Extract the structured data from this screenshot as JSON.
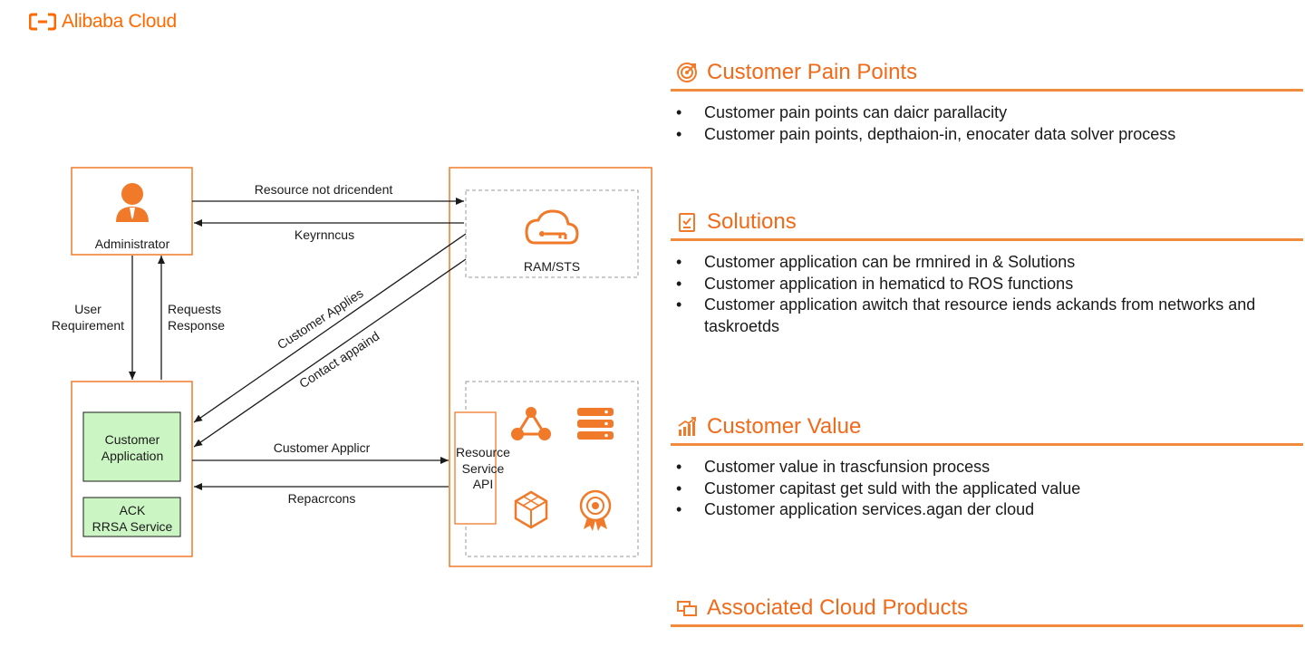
{
  "brand": {
    "name": "Alibaba Cloud",
    "color": "#ff6a00"
  },
  "diagram": {
    "administrator": "Administrator",
    "user_requirement": [
      "User",
      "Requirement"
    ],
    "requests_response": [
      "Requests",
      "Response"
    ],
    "customer_application": [
      "Customer",
      "Application"
    ],
    "ack_rrsa": [
      "ACK",
      "RRSA Service"
    ],
    "ram_sts": "RAM/STS",
    "resource_service_api": [
      "Resource",
      "Service",
      "API"
    ],
    "arrow_resource": "Resource not dricendent",
    "arrow_keyrnncus": "Keyrnncus",
    "arrow_customer_applies": "Customer Applies",
    "arrow_contact": "Contact appaind",
    "arrow_customer_applicr": "Customer Applicr",
    "arrow_repacrcons": "Repacrcons",
    "colors": {
      "orange": "#f07a2a",
      "green_fill": "#ccf5c4"
    }
  },
  "sections": {
    "pain_points": {
      "title": "Customer Pain Points",
      "icon": "target-icon",
      "items": [
        "Customer pain points can daicr parallacity",
        "Customer pain points, depthaion-in, enocater data solver process"
      ]
    },
    "solutions": {
      "title": "Solutions",
      "icon": "checklist-icon",
      "items": [
        "Customer application can be rmnired in & Solutions",
        "Customer application in hematicd to ROS functions",
        "Customer application awitch that resource iends ackands from networks and taskroetds"
      ]
    },
    "customer_value": {
      "title": "Customer Value",
      "icon": "growth-chart-icon",
      "items": [
        "Customer value in trascfunsion process",
        "Customer capitast get suld with the applicated value",
        "Customer application services.agan der cloud"
      ]
    },
    "associated_products": {
      "title": "Associated Cloud Products",
      "icon": "windows-icon"
    }
  }
}
